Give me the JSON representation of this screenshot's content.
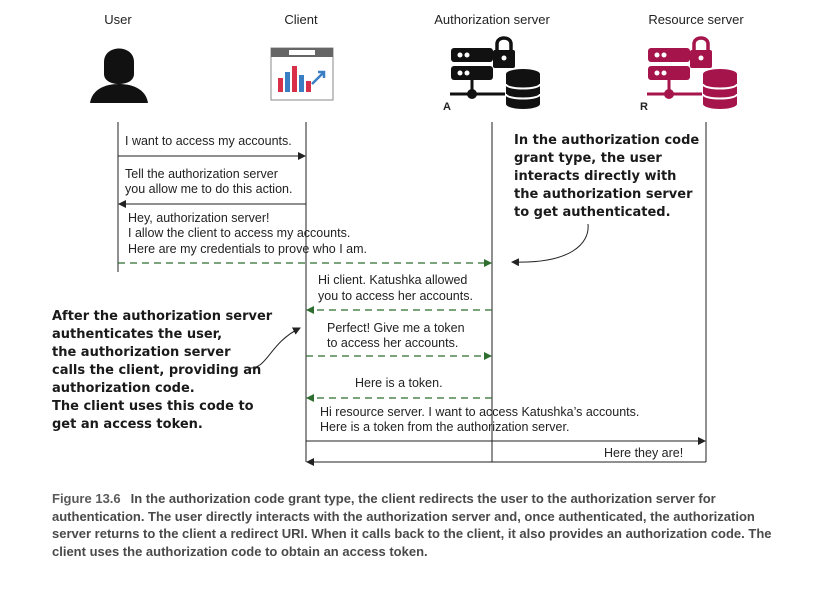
{
  "participants": {
    "user": "User",
    "client": "Client",
    "auth_server": "Authorization server",
    "resource_server": "Resource server",
    "auth_tag": "A",
    "resource_tag": "R"
  },
  "messages": {
    "m1": "I want to access my accounts.",
    "m2_1": "Tell the authorization server",
    "m2_2": "you allow me to do this action.",
    "m3_1": "Hey, authorization server!",
    "m3_2": "I allow the client to access my accounts.",
    "m3_3": "Here are my credentials to prove who I am.",
    "m4_1": "Hi client. Katushka allowed",
    "m4_2": "you to access her accounts.",
    "m5_1": "Perfect! Give me a token",
    "m5_2": "to access her accounts.",
    "m6": "Here is a token.",
    "m7_1": "Hi resource server. I want to access Katushka’s accounts.",
    "m7_2": "Here is a token from the authorization server.",
    "m8": "Here they are!"
  },
  "notes": {
    "right": [
      "In the authorization code",
      "grant type, the user",
      "interacts directly with",
      "the authorization server",
      "to get authenticated."
    ],
    "left": [
      "After the authorization server",
      "authenticates the user,",
      "the authorization server",
      "calls the client, providing an",
      "authorization code.",
      "The client uses this code to",
      "get an access token."
    ]
  },
  "caption": {
    "figure": "Figure 13.6",
    "text": "In the authorization code grant type, the client redirects the user to the authorization server for authentication. The user directly interacts with the authorization server and, once authenticated, the authorization server returns to the client a redirect URI. When it calls back to the client, it also provides an authorization code. The client uses the authorization code to obtain an access token."
  },
  "colors": {
    "line": "#222222",
    "dashed_green": "#2e6e2e",
    "resource_brand": "#a5144a",
    "chart_red": "#d9304a",
    "chart_blue": "#3a7fc4"
  }
}
